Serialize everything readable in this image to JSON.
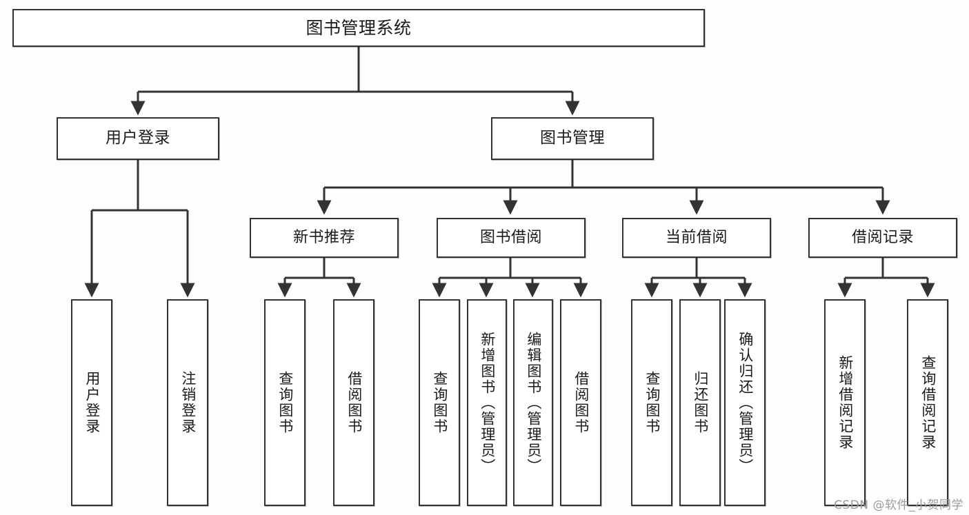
{
  "diagram": {
    "title": "图书管理系统",
    "type": "tree-hierarchy",
    "watermark": "CSDN @软件_小贺同学",
    "colors": {
      "background": "#fdfdfd",
      "node_fill": "#ffffff",
      "node_border": "#333333",
      "edge": "#333333",
      "text": "#1a1a1a",
      "watermark": "#9b9b9b"
    },
    "root": {
      "label": "图书管理系统"
    },
    "level1": [
      {
        "label": "用户登录"
      },
      {
        "label": "图书管理"
      }
    ],
    "level2": [
      {
        "label": "新书推荐"
      },
      {
        "label": "图书借阅"
      },
      {
        "label": "当前借阅"
      },
      {
        "label": "借阅记录"
      }
    ],
    "leaves": {
      "user_login": [
        {
          "label": "用户登录"
        },
        {
          "label": "注销登录"
        }
      ],
      "new_book_recommend": [
        {
          "label": "查询图书"
        },
        {
          "label": "借阅图书"
        }
      ],
      "book_borrow": [
        {
          "label": "查询图书"
        },
        {
          "label": "新增图书（管理员）"
        },
        {
          "label": "编辑图书（管理员）"
        },
        {
          "label": "借阅图书"
        }
      ],
      "current_borrow": [
        {
          "label": "查询图书"
        },
        {
          "label": "归还图书"
        },
        {
          "label": "确认归还（管理员）"
        }
      ],
      "borrow_record": [
        {
          "label": "新增借阅记录"
        },
        {
          "label": "查询借阅记录"
        }
      ]
    }
  }
}
